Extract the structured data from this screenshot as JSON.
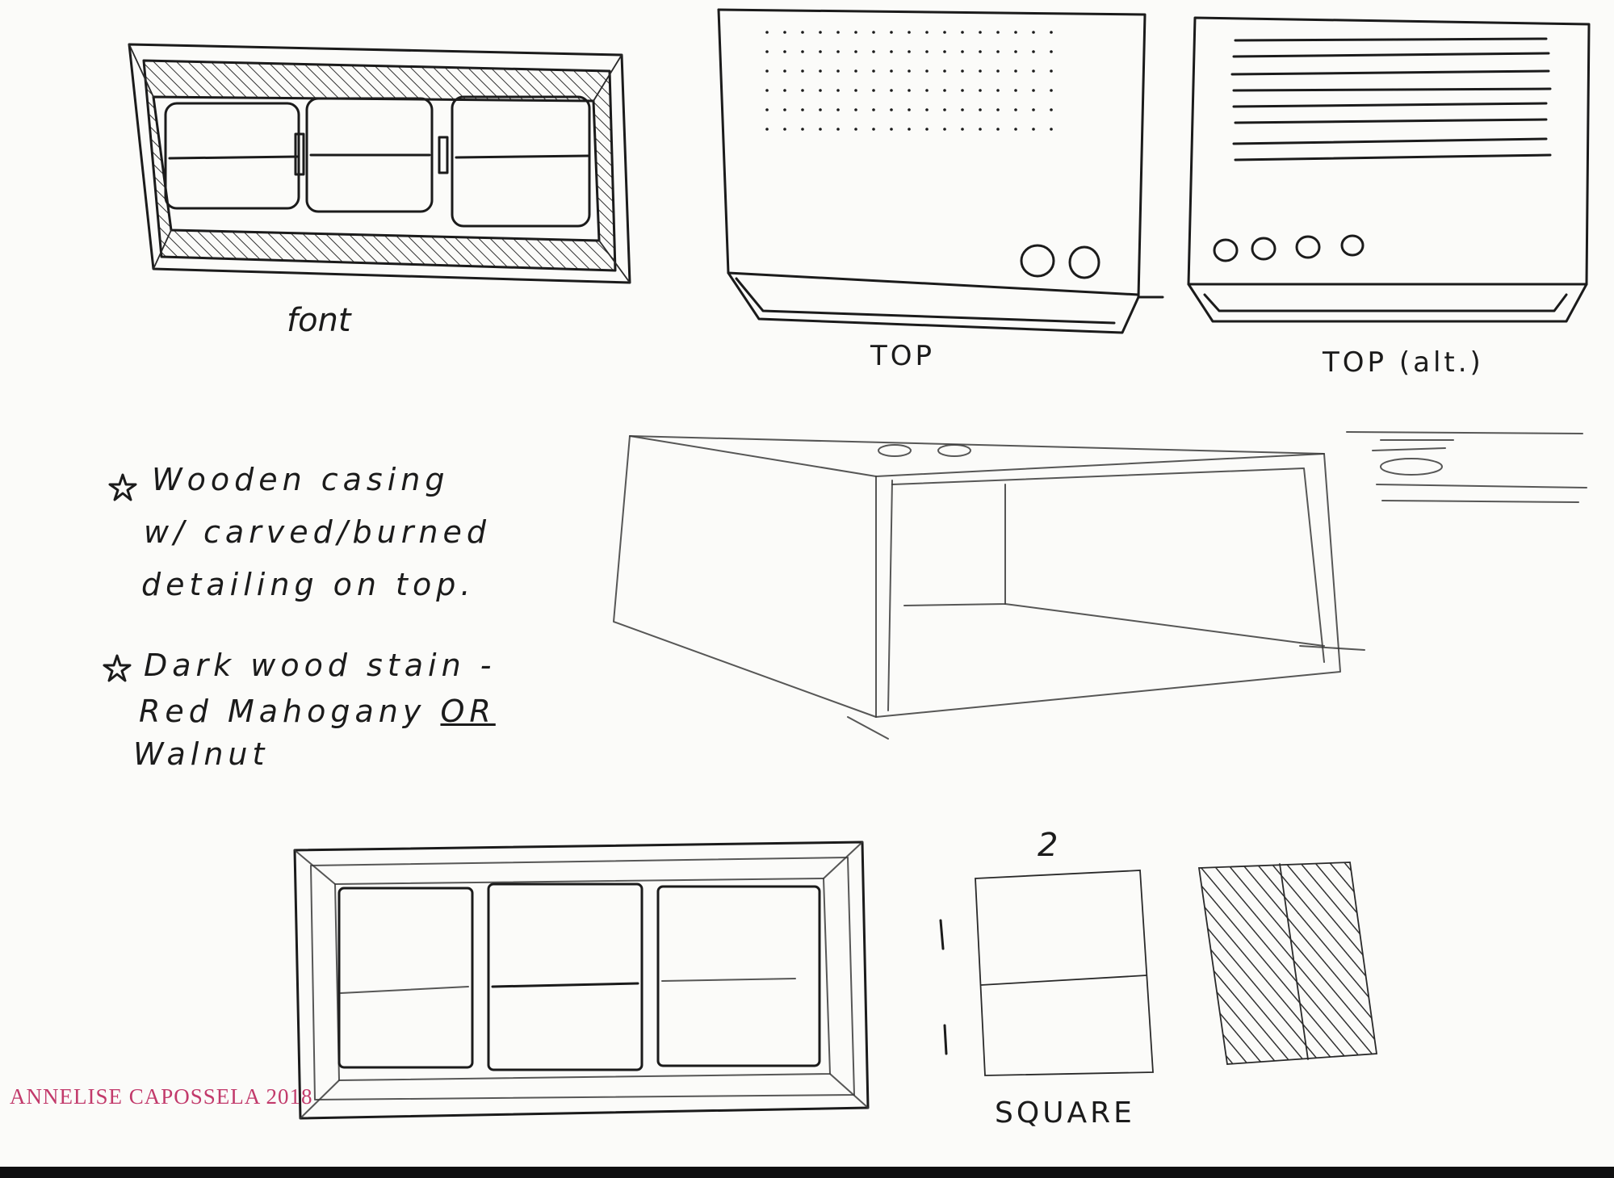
{
  "labels": {
    "front": "font",
    "top": "TOP",
    "top_alt": "TOP (alt.)",
    "square": "SQUARE",
    "dim_top": "2",
    "dim_side_1": "1",
    "dim_side_2": "1"
  },
  "notes": {
    "note1_line1": "Wooden casing",
    "note1_line2": "w/ carved/burned",
    "note1_line3": "detailing on top.",
    "note2_line1": "Dark wood stain -",
    "note2_line2a": "Red Mahogany",
    "note2_or": "OR",
    "note2_line3": "Walnut"
  },
  "credit": "ANNELISE CAPOSSELA 2018",
  "colors": {
    "ink": "#1b1b1b",
    "credit": "#c23a6b",
    "paper": "#fbfbf9"
  },
  "icons": {
    "bullet": "star-icon"
  }
}
